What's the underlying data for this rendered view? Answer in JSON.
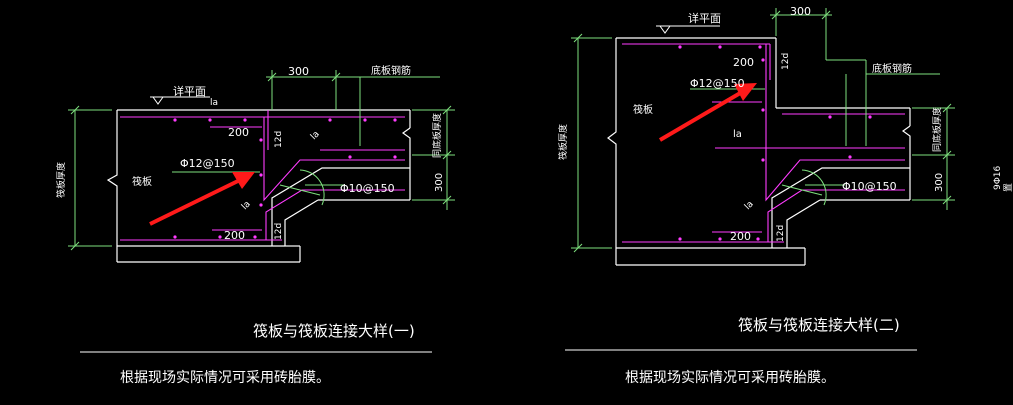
{
  "colors": {
    "background": "#000000",
    "concrete": "#ffffff",
    "rebar": "#ff3cff",
    "dimension": "#7ee07e",
    "text": "#ffffff",
    "arrow": "#ff1a1a"
  },
  "detail1": {
    "title": "筏板与筏板连接大样(一)",
    "note": "根据现场实际情况可采用砖胎膜。",
    "raft_label": "筏板",
    "thickness_label": "筏板厚度",
    "same_thickness_label": "同底板厚度",
    "bottom_rebar_label": "底板钢筋",
    "elevation_label": "详平面",
    "rebar_spec_1": "Φ12@150",
    "rebar_spec_2": "Φ10@150",
    "dim_200_top": "200",
    "dim_200_bottom": "200",
    "dim_300_top": "300",
    "dim_300_right": "300",
    "la_1": "la",
    "la_2": "la",
    "la_3": "la",
    "d12_1": "12d",
    "d12_2": "12d"
  },
  "detail2": {
    "title": "筏板与筏板连接大样(二)",
    "note": "根据现场实际情况可采用砖胎膜。",
    "raft_label": "筏板",
    "thickness_label": "筏板厚度",
    "same_thickness_label": "同底板厚度",
    "bottom_rebar_label": "底板钢筋",
    "elevation_label": "详平面",
    "rebar_spec_1": "Φ12@150",
    "rebar_spec_2": "Φ10@150",
    "dim_200_top": "200",
    "dim_200_bottom": "200",
    "dim_300_top": "300",
    "dim_300_right": "300",
    "la_1": "la",
    "la_2": "la",
    "d12_1": "12d",
    "d12_2": "12d"
  },
  "edge_fragment": {
    "line1": "9Φ16",
    "line2": "置"
  }
}
